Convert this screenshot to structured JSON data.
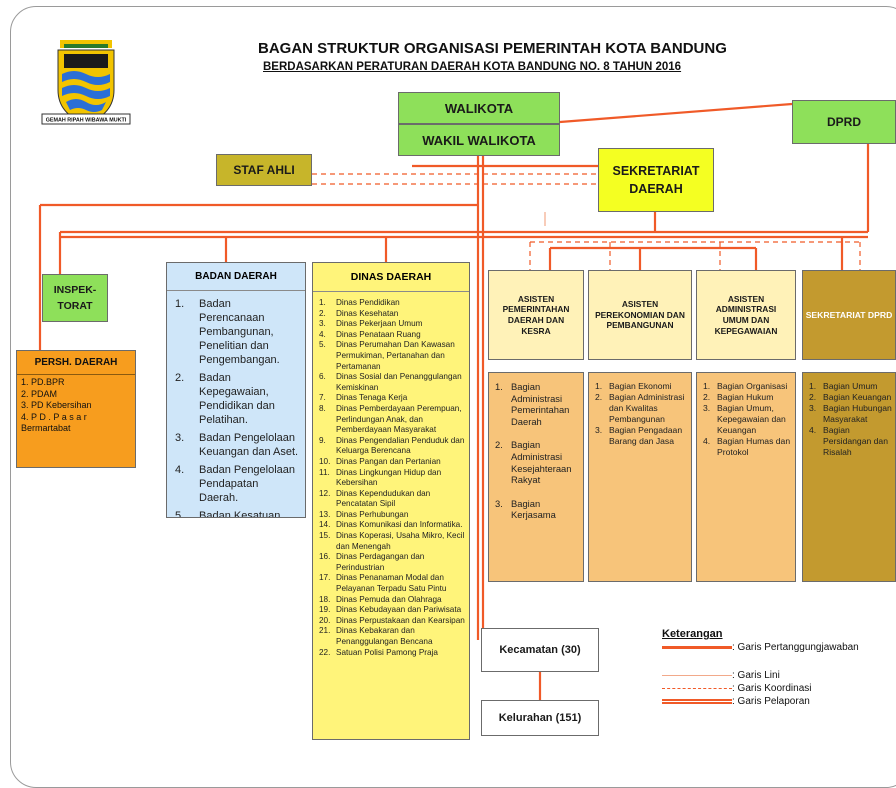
{
  "title": "BAGAN STRUKTUR ORGANISASI PEMERINTAH KOTA BANDUNG",
  "subtitle": "BERDASARKAN PERATURAN DAERAH KOTA BANDUNG NO. 8 TAHUN 2016",
  "logo": {
    "motto": "GEMAH RIPAH WIBAWA MUKTI"
  },
  "walikota": "WALIKOTA",
  "wakil_walikota": "WAKIL WALIKOTA",
  "dprd": "DPRD",
  "staf_ahli": "STAF AHLI",
  "sekretariat_daerah": "SEKRETARIAT DAERAH",
  "inspektorat": "INSPEK-TORAT",
  "persh_daerah": {
    "title": "PERSH. DAERAH",
    "items": [
      "1. PD.BPR",
      "2. PDAM",
      "3. PD Kebersihan",
      "4. P D . P a s a r Bermartabat"
    ]
  },
  "badan_daerah": {
    "title": "BADAN DAERAH",
    "items": [
      {
        "n": "1.",
        "text": "Badan Perencanaan Pembangunan, Penelitian dan Pengembangan."
      },
      {
        "n": "2.",
        "text": "Badan Kepegawaian, Pendidikan dan Pelatihan."
      },
      {
        "n": "3.",
        "text": "Badan Pengelolaan Keuangan dan Aset."
      },
      {
        "n": "4.",
        "text": "Badan Pengelolaan Pendapatan Daerah."
      },
      {
        "n": "5.",
        "text": "Badan Kesatuan Bangsa dan Politik."
      }
    ]
  },
  "dinas_daerah": {
    "title": "DINAS DAERAH",
    "items": [
      {
        "n": "1.",
        "text": "Dinas Pendidikan"
      },
      {
        "n": "2.",
        "text": "Dinas Kesehatan"
      },
      {
        "n": "3.",
        "text": "Dinas Pekerjaan Umum"
      },
      {
        "n": "4.",
        "text": "Dinas Penataan Ruang"
      },
      {
        "n": "5.",
        "text": "Dinas Perumahan Dan Kawasan Permukiman, Pertanahan dan Pertamanan"
      },
      {
        "n": "6.",
        "text": "Dinas Sosial dan Penanggulangan Kemiskinan"
      },
      {
        "n": "7.",
        "text": "Dinas Tenaga Kerja"
      },
      {
        "n": "8.",
        "text": "Dinas Pemberdayaan Perempuan, Perlindungan Anak, dan Pemberdayaan Masyarakat"
      },
      {
        "n": "9.",
        "text": "Dinas Pengendalian Penduduk dan Keluarga Berencana"
      },
      {
        "n": "10.",
        "text": "Dinas Pangan dan Pertanian"
      },
      {
        "n": "11.",
        "text": "Dinas Lingkungan Hidup dan Kebersihan"
      },
      {
        "n": "12.",
        "text": "Dinas Kependudukan dan Pencatatan Sipil"
      },
      {
        "n": "13.",
        "text": "Dinas Perhubungan"
      },
      {
        "n": "14.",
        "text": "Dinas Komunikasi dan Informatika."
      },
      {
        "n": "15.",
        "text": "Dinas Koperasi, Usaha Mikro, Kecil dan Menengah"
      },
      {
        "n": "16.",
        "text": "Dinas Perdagangan dan Perindustrian"
      },
      {
        "n": "17.",
        "text": "Dinas Penanaman Modal dan Pelayanan Terpadu Satu Pintu"
      },
      {
        "n": "18.",
        "text": "Dinas Pemuda dan Olahraga"
      },
      {
        "n": "19.",
        "text": "Dinas Kebudayaan dan Pariwisata"
      },
      {
        "n": "20.",
        "text": "Dinas Perpustakaan dan Kearsipan"
      },
      {
        "n": "21.",
        "text": "Dinas Kebakaran dan Penanggulangan Bencana"
      },
      {
        "n": "22.",
        "text": "Satuan Polisi Pamong Praja"
      }
    ]
  },
  "asisten1": {
    "title": "ASISTEN PEMERINTAHAN DAERAH DAN KESRA",
    "items": [
      {
        "n": "1.",
        "text": "Bagian Administrasi Pemerintahan Daerah"
      },
      {
        "n": "2.",
        "text": "Bagian Administrasi Kesejahteraan Rakyat"
      },
      {
        "n": "3.",
        "text": "Bagian Kerjasama"
      }
    ]
  },
  "asisten2": {
    "title": "ASISTEN PEREKONOMIAN DAN PEMBANGUNAN",
    "items": [
      {
        "n": "1.",
        "text": "Bagian Ekonomi"
      },
      {
        "n": "2.",
        "text": "Bagian Administrasi dan Kwalitas Pembangunan"
      },
      {
        "n": "3.",
        "text": "Bagian Pengadaan Barang dan Jasa"
      }
    ]
  },
  "asisten3": {
    "title": "ASISTEN ADMINISTRASI UMUM DAN KEPEGAWAIAN",
    "items": [
      {
        "n": "1.",
        "text": "Bagian Organisasi"
      },
      {
        "n": "2.",
        "text": "Bagian Hukum"
      },
      {
        "n": "3.",
        "text": "Bagian Umum, Kepegawaian dan Keuangan"
      },
      {
        "n": "4.",
        "text": "Bagian Humas dan Protokol"
      }
    ]
  },
  "sekretariat_dprd": {
    "title": "SEKRETARIAT DPRD",
    "items": [
      {
        "n": "1.",
        "text": "Bagian Umum"
      },
      {
        "n": "2.",
        "text": "Bagian Keuangan"
      },
      {
        "n": "3.",
        "text": "Bagian Hubungan Masyarakat"
      },
      {
        "n": "4.",
        "text": "Bagian Persidangan dan Risalah"
      }
    ]
  },
  "kecamatan": "Kecamatan (30)",
  "kelurahan": "Kelurahan (151)",
  "legend": {
    "title": "Keterangan",
    "items": [
      {
        "label": ": Garis Pertanggungjawaban",
        "color": "#f05a28",
        "style": "thick-solid"
      },
      {
        "label": ": Garis Lini",
        "color": "#f2a98a",
        "style": "thin-solid"
      },
      {
        "label": ": Garis Koordinasi",
        "color": "#f05a28",
        "style": "dashed"
      },
      {
        "label": ": Garis Pelaporan",
        "color": "#f05a28",
        "style": "double"
      }
    ]
  },
  "colors": {
    "line": "#f05a28",
    "line_light": "#f2a98a",
    "walikota_box": "#8ee05a",
    "staf_ahli_box": "#c7b52a",
    "sekretariat_box": "#f4ff22",
    "dinas_box": "#fff47a",
    "badan_box": "#cfe6f9",
    "asisten_header": "#fff2b8",
    "asisten_body": "#f7c47a",
    "dprd_sek_box": "#c39a2f",
    "persh_box": "#f79d1e"
  }
}
